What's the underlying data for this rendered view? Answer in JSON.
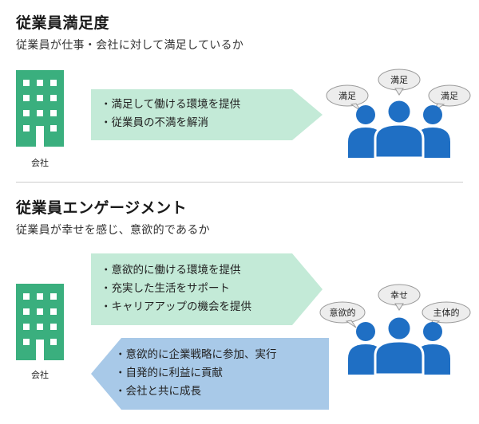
{
  "colors": {
    "building": "#3aaf7e",
    "green_arrow": "#c3ead7",
    "blue_arrow": "#a8c9e8",
    "people": "#1f6fc4",
    "bubble_fill": "#ededed"
  },
  "satisfaction": {
    "title": "従業員満足度",
    "subtitle": "従業員が仕事・会社に対して満足しているか",
    "company_label": "会社",
    "items": [
      "満足して働ける環境を提供",
      "従業員の不満を解消"
    ],
    "bubbles": [
      "満足",
      "満足",
      "満足"
    ]
  },
  "engagement": {
    "title": "従業員エンゲージメント",
    "subtitle": "従業員が幸せを感じ、意欲的であるか",
    "company_label": "会社",
    "company_items": [
      "意欲的に働ける環境を提供",
      "充実した生活をサポート",
      "キャリアアップの機会を提供"
    ],
    "employee_items": [
      "意欲的に企業戦略に参加、実行",
      "自発的に利益に貢献",
      "会社と共に成長"
    ],
    "bubbles": [
      "意欲的",
      "幸せ",
      "主体的"
    ]
  }
}
